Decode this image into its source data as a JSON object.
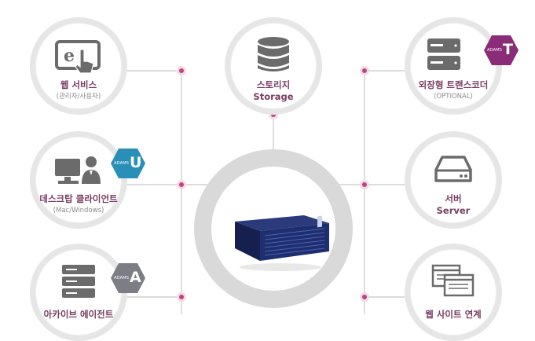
{
  "nodes": {
    "web_service": {
      "label": "웹 서비스",
      "sub": "(관리자/사용자)"
    },
    "storage": {
      "label": "스토리지",
      "sub": "Storage"
    },
    "external_transcoder": {
      "label": "외장형 트랜스코더",
      "sub": "(OPTIONAL)"
    },
    "desktop_client": {
      "label": "데스크탑 클라이언트",
      "sub": "(Mac/Windows)"
    },
    "server": {
      "label": "서버",
      "sub": "Server"
    },
    "archive_agent": {
      "label": "아카이브 에이전트"
    },
    "web_site_link": {
      "label": "웹 사이트 연계"
    }
  },
  "badges": {
    "transcoder": {
      "word": "ADAMS",
      "letter": "T",
      "color": "#8b2c78"
    },
    "client": {
      "word": "ADAMS",
      "letter": "U",
      "color": "#2a8fb8"
    },
    "agent": {
      "word": "ADAMS",
      "letter": "A",
      "color": "#7d7d86"
    }
  },
  "colors": {
    "accent": "#7a3c63",
    "dot": "#c0457f",
    "line": "#c8c8c8",
    "ring": "#d9d9d9",
    "icon": "#6b6b6b"
  }
}
